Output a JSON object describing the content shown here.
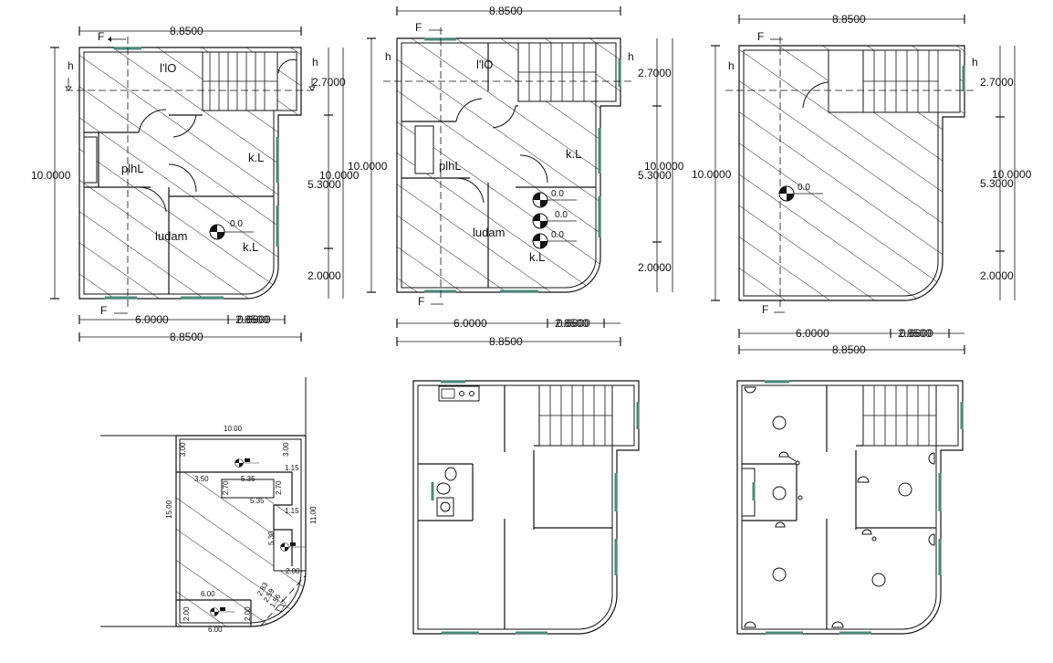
{
  "plans": {
    "p1": {
      "dim_top": "8.8500",
      "dim_left": "10.0000",
      "dim_right_top": "2.7000",
      "dim_right_total": "10.0000",
      "dim_right_mid": "5.3000",
      "dim_right_bottom": "2.0000",
      "dim_bottom_left": "6.0000",
      "dim_bottom_right": "2.8500",
      "dim_bottom_right2": "0.6600",
      "dim_bottom_total": "8.8500",
      "room_top": "l'lO",
      "room_mid": "plhL",
      "room_right": "k.L",
      "room_bottom": "ludam",
      "room_bottom_right": "k.L",
      "level": "0.0",
      "section_f": "F",
      "section_h": "h"
    },
    "p2": {
      "dim_top": "8.8500",
      "dim_left": "10.0000",
      "dim_right_top": "2.7000",
      "dim_right_total": "10.0000",
      "dim_right_mid": "5.3000",
      "dim_right_bottom": "2.0000",
      "dim_bottom_left": "6.0000",
      "dim_bottom_right": "2.8500",
      "dim_bottom_right2": "0.6600",
      "dim_bottom_total": "8.8500",
      "room_top": "l'lO",
      "room_mid": "plhL",
      "room_right": "k.L",
      "room_bottom": "ludam",
      "room_bottom_right": "k.L",
      "level1": "0.0",
      "level2": "0.0",
      "level3": "0.0",
      "section_f": "F",
      "section_h": "h"
    },
    "p3": {
      "dim_top": "8.8500",
      "dim_left": "10.0000",
      "dim_right_top": "2.7000",
      "dim_right_total": "10.0000",
      "dim_right_mid": "5.3000",
      "dim_right_bottom": "2.0000",
      "dim_bottom_left": "6.0000",
      "dim_bottom_right": "2.8500",
      "dim_bottom_right2": "0.6600",
      "dim_bottom_total": "8.8500",
      "level": "0.0",
      "section_f": "F",
      "section_h": "h"
    },
    "p4": {
      "d_top": "10.00",
      "d_3a": "3.00",
      "d_3b": "3.00",
      "d_115a": "1.15",
      "d_350": "3.50",
      "d_535a": "5.35",
      "d_270a": "2.70",
      "d_270b": "2.70",
      "d_535b": "5.35",
      "d_115b": "1.15",
      "d_15": "15.00",
      "d_11": "11.00",
      "d_530": "5.30",
      "d_200a": "2.00",
      "d_600a": "6.00",
      "d_200b": "2.00",
      "d_200c": "2.00",
      "d_600b": "6.00",
      "d_arc1": "2.83",
      "d_arc2": "2.59",
      "d_arc3": "1.56",
      "d_arc4": "1.17"
    }
  },
  "colors": {
    "line": "#111111",
    "window": "#4a8a7a"
  }
}
